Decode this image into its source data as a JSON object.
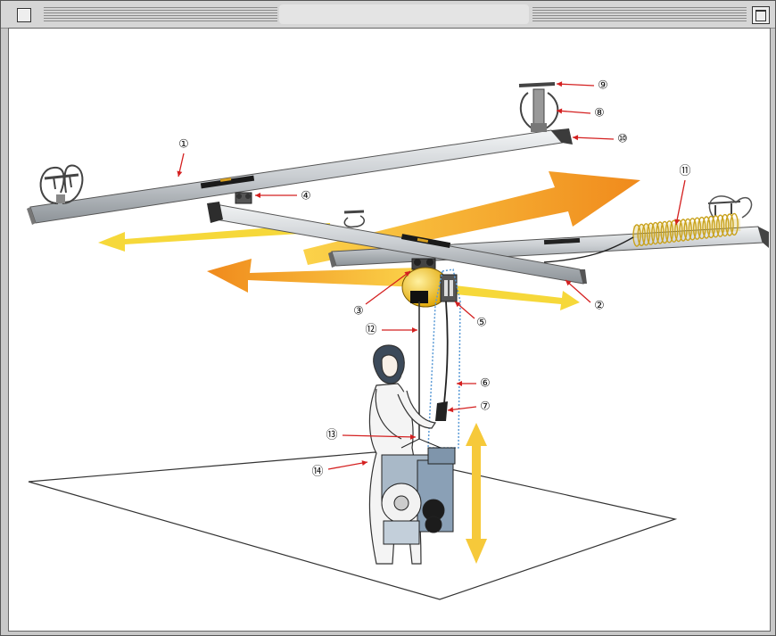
{
  "window": {
    "title": ""
  },
  "callouts": {
    "c1": "①",
    "c2": "②",
    "c3": "③",
    "c4": "④",
    "c5": "⑤",
    "c6": "⑥",
    "c7": "⑦",
    "c8": "⑧",
    "c9": "⑨",
    "c10": "⑩",
    "c11": "⑪",
    "c12": "⑫",
    "c13": "⑬",
    "c14": "⑭"
  },
  "colors": {
    "arrow_orange": "#f0a030",
    "arrow_yellow": "#f5d020",
    "hoist_yellow": "#f3c41a",
    "leader_red": "#d42020",
    "rail_grey": "#cfd3d6",
    "hose_dotted": "#5a9ad6"
  }
}
